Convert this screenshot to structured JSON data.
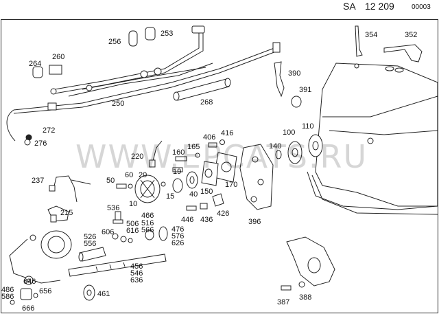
{
  "header": {
    "prefix": "SA",
    "group_code": "12 209",
    "sheet_number": "00003"
  },
  "watermark": {
    "text": "WWW.EPCATS.RU"
  },
  "labels": [
    "256",
    "253",
    "264",
    "260",
    "354",
    "352",
    "390",
    "391",
    "250",
    "268",
    "272",
    "276",
    "406",
    "416",
    "100",
    "110",
    "160",
    "165",
    "220",
    "140",
    "19",
    "237",
    "50",
    "60",
    "20",
    "40",
    "150",
    "170",
    "10",
    "15",
    "215",
    "536",
    "466",
    "516",
    "566",
    "446",
    "436",
    "426",
    "396",
    "506",
    "616",
    "606",
    "476",
    "576",
    "626",
    "526",
    "556",
    "456",
    "546",
    "636",
    "486",
    "586",
    "646",
    "656",
    "666",
    "461",
    "387",
    "388"
  ],
  "colors": {
    "line": "#222222",
    "background": "#ffffff"
  }
}
